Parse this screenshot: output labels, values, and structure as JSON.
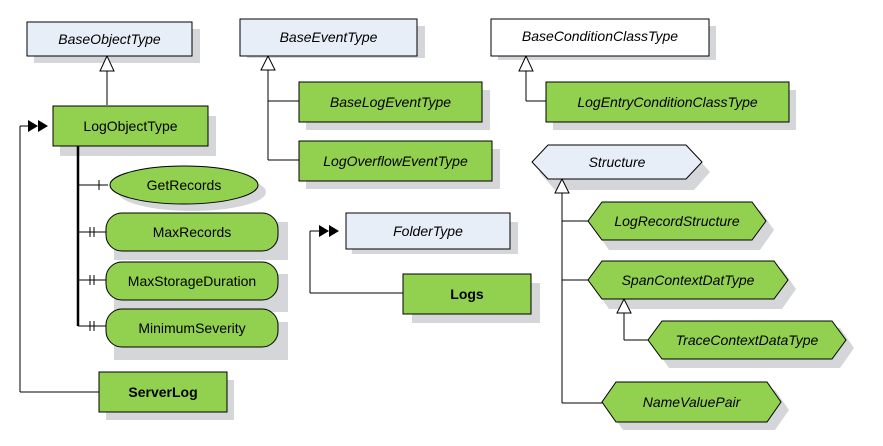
{
  "colors": {
    "node_green": "#92D050",
    "node_blue": "#E8EEF8",
    "node_white": "#FFFFFF",
    "shadow": "#D4D6D9",
    "line": "#000000"
  },
  "types": {
    "base_object_type": "BaseObjectType",
    "base_event_type": "BaseEventType",
    "base_condition_class_type": "BaseConditionClassType",
    "log_object_type": "LogObjectType",
    "base_log_event_type": "BaseLogEventType",
    "log_overflow_event_type": "LogOverflowEventType",
    "log_entry_condition_class_type": "LogEntryConditionClassType",
    "folder_type": "FolderType"
  },
  "instances": {
    "logs": "Logs",
    "server_log": "ServerLog"
  },
  "members": {
    "get_records": "GetRecords",
    "max_records": "MaxRecords",
    "max_storage_duration": "MaxStorageDuration",
    "minimum_severity": "MinimumSeverity"
  },
  "data_types": {
    "structure": "Structure",
    "log_record_structure": "LogRecordStructure",
    "span_context_data_type": "SpanContextDatType",
    "trace_context_data_type": "TraceContextDataType",
    "name_value_pair": "NameValuePair"
  }
}
